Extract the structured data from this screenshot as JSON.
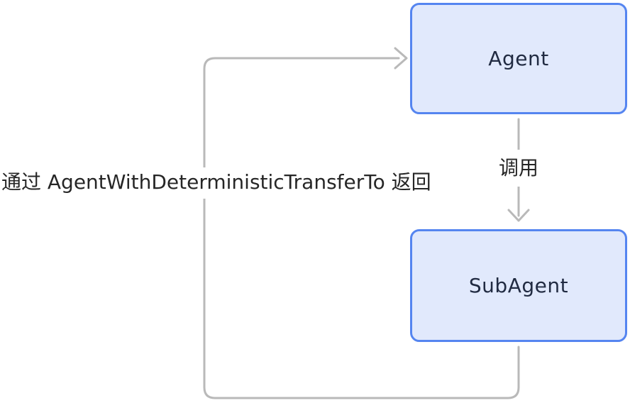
{
  "diagram": {
    "title": "agent-subagent-transfer-flow",
    "nodes": {
      "agent": {
        "label": "Agent"
      },
      "subagent": {
        "label": "SubAgent"
      }
    },
    "edges": {
      "call": {
        "from": "Agent",
        "to": "SubAgent",
        "label": "调用",
        "direction": "down"
      },
      "return": {
        "from": "SubAgent",
        "to": "Agent",
        "label": "通过 AgentWithDeterministicTransferTo 返回",
        "direction": "loop-left-up"
      }
    },
    "colors": {
      "background": "#ffffff",
      "node_fill": "#e1e9fc",
      "node_border": "#5585f0",
      "node_text": "#212b42",
      "edge_line": "#b9b9b9",
      "edge_text": "#262626"
    }
  }
}
